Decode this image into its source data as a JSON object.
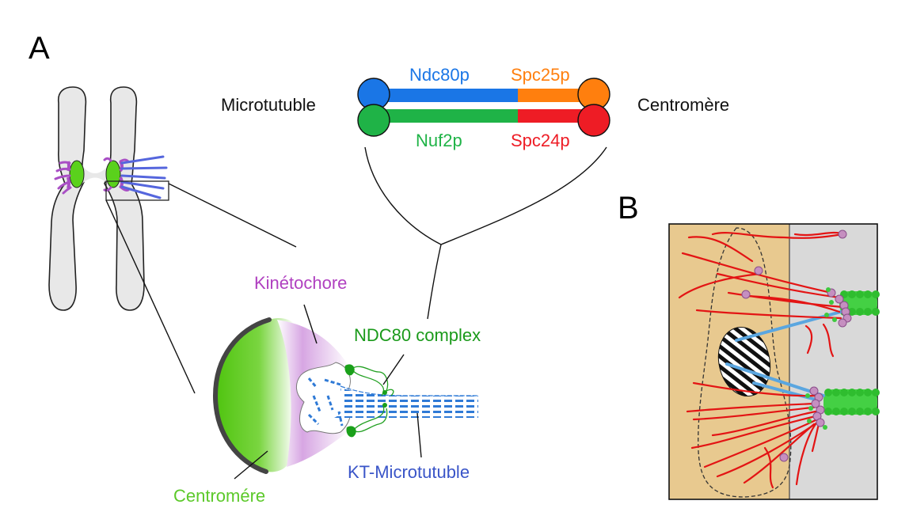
{
  "panels": {
    "a": {
      "letter": "A"
    },
    "b": {
      "letter": "B"
    }
  },
  "ndc80_complex": {
    "left_label": "Microtutuble",
    "right_label": "Centromère",
    "ndc80p": {
      "label": "Ndc80p",
      "color": "#1a76e6"
    },
    "spc25p": {
      "label": "Spc25p",
      "color": "#ff7f0e"
    },
    "nuf2p": {
      "label": "Nuf2p",
      "color": "#1fb347"
    },
    "spc24p": {
      "label": "Spc24p",
      "color": "#ee1c25"
    }
  },
  "kinetochore_detail": {
    "kinetochore_label": "Kinétochore",
    "kinetochore_color": "#b040c0",
    "ndc80_label": "NDC80 complex",
    "ndc80_color": "#1a9a1a",
    "microtubule_label": "KT-Microtutuble",
    "microtubule_color": "#3a55c8",
    "centromere_label": "Centromére",
    "centromere_color": "#5cc92a"
  },
  "colors": {
    "chromosome_fill": "#e8e8e8",
    "centromere_green": "#5ad11c",
    "kinetochore_purple": "#a94fc5",
    "microtubule_blue": "#5566dd",
    "panel_b_tan": "#e8c98f",
    "panel_b_grey": "#d9d9d9",
    "fiber_red": "#e31414",
    "dot_pink": "#c58fc0"
  }
}
